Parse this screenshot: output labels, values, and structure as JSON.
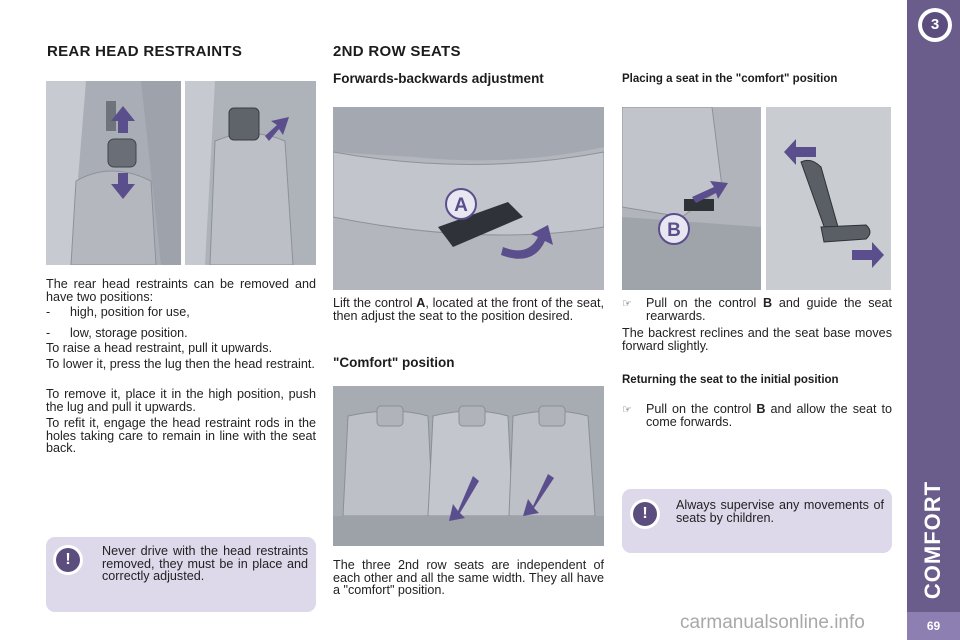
{
  "chapter": {
    "number": "3",
    "title": "COMFORT",
    "page": "69"
  },
  "col1": {
    "heading": "REAR HEAD RESTRAINTS",
    "intro": "The rear head restraints can be removed and have two positions:",
    "list": [
      "high, position for use,",
      "low, storage position."
    ],
    "dash": "-",
    "p1": "To raise a head restraint, pull it upwards.",
    "p2": "To lower it, press the lug then the head restraint.",
    "p3": "To remove it, place it in the high position, push the lug and pull it upwards.",
    "p4": "To refit it, engage the head restraint rods in the holes taking care to remain in line with the seat back.",
    "warning": "Never drive with the head restraints removed, they must be in place and correctly adjusted."
  },
  "col2": {
    "heading": "2ND ROW SEATS",
    "sub1": "Forwards-backwards adjustment",
    "lift_pre": "Lift the control ",
    "lift_bold": "A",
    "lift_post": ", located at the front of the seat, then adjust the seat to the position desired.",
    "sub2": "\"Comfort\" position",
    "comfort_text": "The three 2nd row seats are independent of each other and all the same width. They all have a \"comfort\" position."
  },
  "col3": {
    "sub1": "Placing a seat in the \"comfort\" position",
    "bullet1_pre": "Pull on the control ",
    "bullet1_bold": "B",
    "bullet1_post": " and guide the seat rearwards.",
    "p1": "The backrest reclines and the seat base moves forward slightly.",
    "sub2": "Returning the seat to the initial position",
    "bullet2_pre": "Pull on the control ",
    "bullet2_bold": "B",
    "bullet2_post": " and allow the seat to come forwards.",
    "bullet_symbol": "☞",
    "warning": "Always supervise any movements of seats by children."
  },
  "figures": {
    "label_a": "A",
    "label_b": "B"
  },
  "warning_icon": "!",
  "watermark": "carmanualsonline.info",
  "colors": {
    "accent": "#6a5d8c",
    "arrow": "#5b4e8c",
    "warn_bg": "#ddd8ea"
  }
}
